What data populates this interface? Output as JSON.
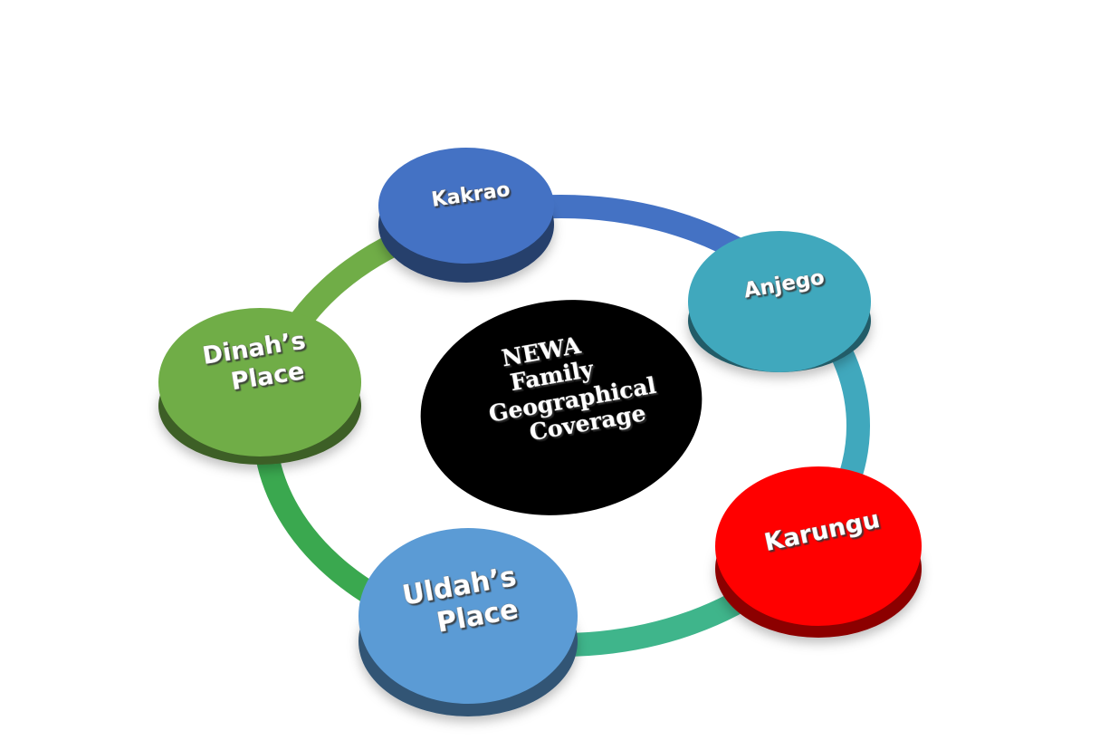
{
  "center": {
    "lines": [
      "NEWA",
      "Family",
      "Geographical",
      "Coverage"
    ],
    "color": "#000000"
  },
  "nodes": [
    {
      "id": "kakrao",
      "lines": [
        "Kakrao"
      ],
      "color": "#4472c4"
    },
    {
      "id": "anjego",
      "lines": [
        "Anjego"
      ],
      "color": "#40a8bd"
    },
    {
      "id": "karungu",
      "lines": [
        "Karungu"
      ],
      "color": "#ff0000"
    },
    {
      "id": "uldahs-place",
      "lines": [
        "Uldah’s",
        "Place"
      ],
      "color": "#5b9bd5"
    },
    {
      "id": "dinahs-place",
      "lines": [
        "Dinah’s",
        "Place"
      ],
      "color": "#70ad47"
    }
  ],
  "ring_colors": {
    "kakrao_to_anjego": "#4472c4",
    "anjego_to_karungu": "#40a8bd",
    "karungu_to_uldah": "#3fb58b",
    "uldah_to_dinah": "#3aa84f",
    "dinah_to_kakrao": "#70ad47"
  }
}
